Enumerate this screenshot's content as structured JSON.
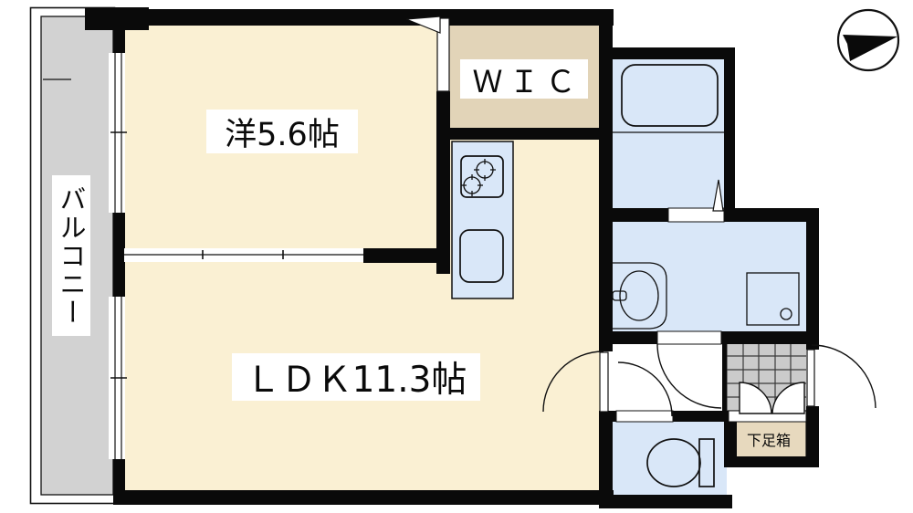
{
  "rooms": {
    "bedroom": {
      "label": "洋5.6帖"
    },
    "wic": {
      "label": "ＷＩＣ"
    },
    "ldk": {
      "label": "ＬＤＫ11.3帖"
    },
    "balcony": {
      "label": "バルコニー"
    },
    "shoebox": {
      "label": "下足箱"
    }
  },
  "fixtures": {
    "bathtub": "bathtub",
    "toilet": "toilet",
    "wash_basin": "wash-basin",
    "washing_machine_pan": "washing-machine-pan",
    "stove": "gas-stove-two-burner",
    "sink": "kitchen-sink",
    "compass": "north-arrow"
  },
  "colors": {
    "room_cream": "#FAF0D3",
    "closet_tan": "#E2D4B8",
    "water_blue": "#D9E7F8",
    "balcony_gray": "#D2D2D2",
    "tile_gray": "#CBCBCB",
    "shoebox_tan": "#E7D9BE",
    "wall_black": "#0A0A0A"
  }
}
